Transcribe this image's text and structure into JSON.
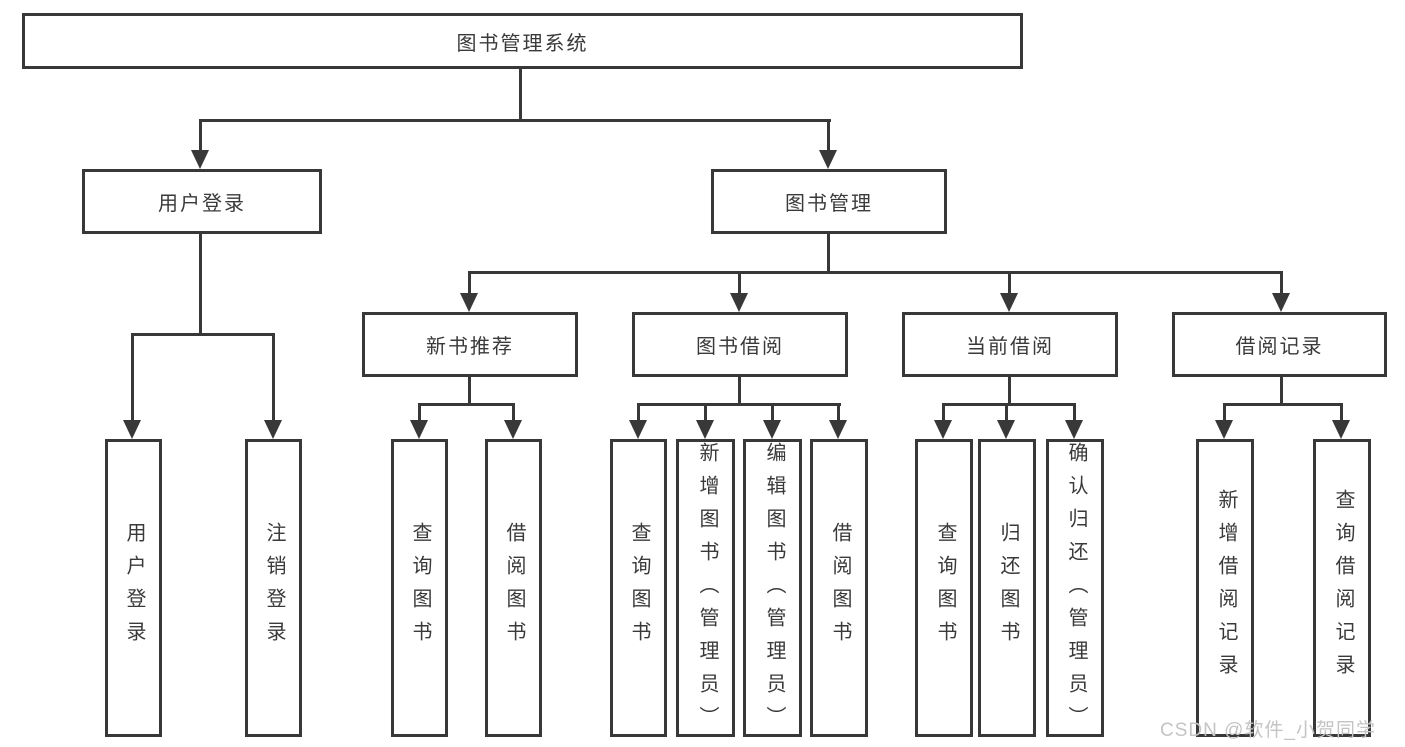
{
  "tree": {
    "root": {
      "label": "图书管理系统",
      "children": [
        {
          "label": "用户登录",
          "children": [
            {
              "label": "用户登录"
            },
            {
              "label": "注销登录"
            }
          ]
        },
        {
          "label": "图书管理",
          "children": [
            {
              "label": "新书推荐",
              "children": [
                {
                  "label": "查询图书"
                },
                {
                  "label": "借阅图书"
                }
              ]
            },
            {
              "label": "图书借阅",
              "children": [
                {
                  "label": "查询图书"
                },
                {
                  "label": "新增图书（管理员）"
                },
                {
                  "label": "编辑图书（管理员）"
                },
                {
                  "label": "借阅图书"
                }
              ]
            },
            {
              "label": "当前借阅",
              "children": [
                {
                  "label": "查询图书"
                },
                {
                  "label": "归还图书"
                },
                {
                  "label": "确认归还（管理员）"
                }
              ]
            },
            {
              "label": "借阅记录",
              "children": [
                {
                  "label": "新增借阅记录"
                },
                {
                  "label": "查询借阅记录"
                }
              ]
            }
          ]
        }
      ]
    }
  },
  "watermark": {
    "text": "CSDN @软件_小贺同学"
  },
  "colors": {
    "line": "#383838",
    "text": "#3a3a3a",
    "watermark": "#c4c4c4",
    "background": "#ffffff"
  }
}
